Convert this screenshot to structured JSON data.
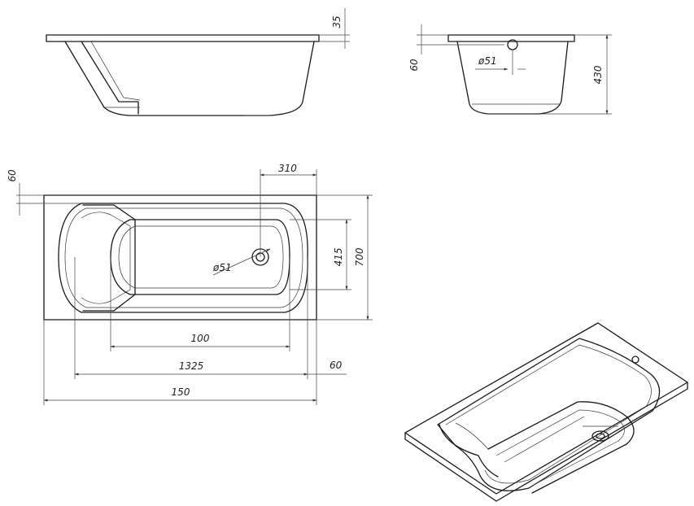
{
  "views": {
    "side": {
      "depth_rim": "35"
    },
    "end": {
      "rim": "60",
      "drain_diameter": "ø51",
      "height": "430"
    },
    "top": {
      "rim_width": "60",
      "drain_offset": "310",
      "drain_diameter": "ø51",
      "inner_width": "415",
      "width": "700",
      "bottom_length": "100",
      "inner_length": "1325",
      "end_rim": "60",
      "length": "150"
    }
  },
  "colors": {
    "line": "#1a1a1a",
    "background": "#ffffff"
  }
}
